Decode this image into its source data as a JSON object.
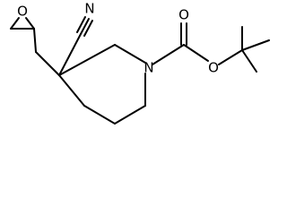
{
  "molecule": {
    "atoms": {
      "epoxide_oxygen": "O",
      "nitrile_nitrogen": "N",
      "ring_nitrogen": "N",
      "carbonyl_oxygen": "O",
      "ester_oxygen": "O"
    },
    "colors": {
      "bond": "#000000",
      "label": "#000000",
      "background": "#ffffff"
    }
  }
}
